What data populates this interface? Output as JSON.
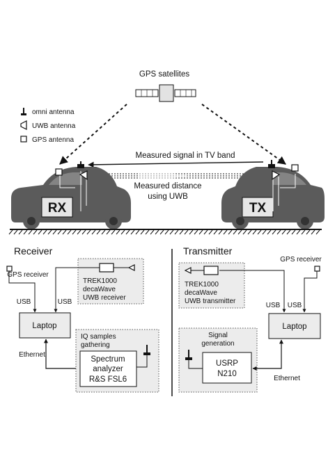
{
  "satellites": {
    "label": "GPS satellites"
  },
  "legend": {
    "omni": "omni antenna",
    "uwb": "UWB antenna",
    "gps": "GPS antenna"
  },
  "top": {
    "signal_label": "Measured signal in TV band",
    "distance_line1": "Measured distance",
    "distance_line2": "using UWB",
    "rx_label": "RX",
    "tx_label": "TX"
  },
  "receiver": {
    "title": "Receiver",
    "gps_receiver": "GPS receiver",
    "usb_left": "USB",
    "usb_right": "USB",
    "laptop": "Laptop",
    "ethernet": "Ethernet",
    "trek_line1": "TREK1000",
    "trek_line2": "decaWave",
    "trek_line3": "UWB receiver",
    "iq_line1": "IQ samples",
    "iq_line2": "gathering",
    "sa_line1": "Spectrum",
    "sa_line2": "analyzer",
    "sa_line3": "R&S FSL6"
  },
  "transmitter": {
    "title": "Transmitter",
    "gps_receiver": "GPS receiver",
    "usb_left": "USB",
    "usb_right": "USB",
    "laptop": "Laptop",
    "ethernet": "Ethernet",
    "trek_line1": "TREK1000",
    "trek_line2": "decaWave",
    "trek_line3": "UWB transmitter",
    "sig_line1": "Signal",
    "sig_line2": "generation",
    "usrp_line1": "USRP",
    "usrp_line2": "N210"
  },
  "colors": {
    "car_body": "#5b5b5b",
    "panel_fill": "#ececec",
    "label_box": "#e6e6e6",
    "line": "#111111"
  }
}
